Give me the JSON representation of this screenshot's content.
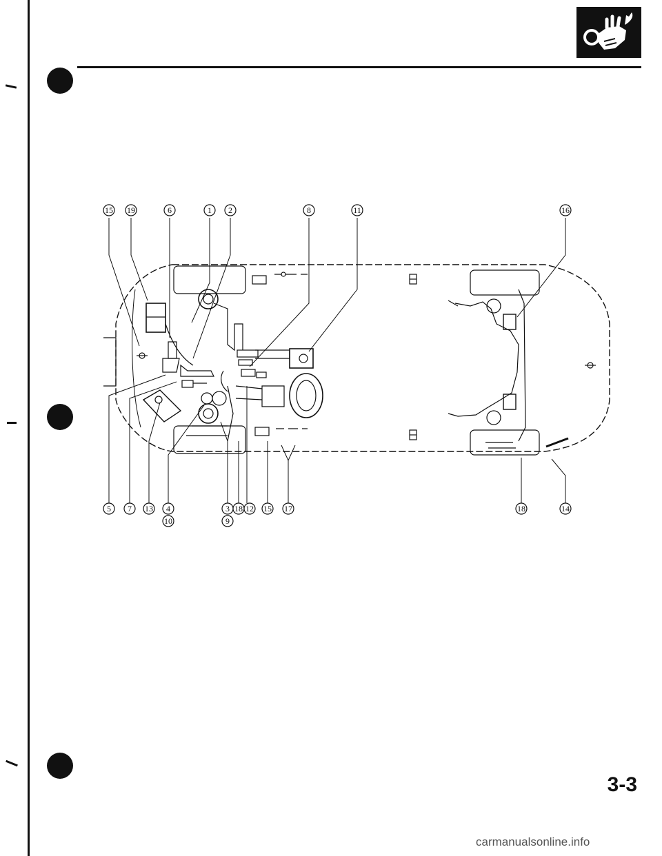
{
  "page": {
    "number": "3-3",
    "watermark": "carmanualsonline.info"
  },
  "icons": {
    "header_logo": "wrench-fist-logo",
    "ground_mark": "ground-point-symbol",
    "connector": "connector-symbol"
  },
  "callouts_top": [
    "15",
    "19",
    "6",
    "1",
    "2",
    "8",
    "11",
    "16"
  ],
  "callouts_bottom": [
    "5",
    "7",
    "13",
    "4",
    "10",
    "3",
    "18",
    "12",
    "9",
    "15",
    "17",
    "18",
    "14"
  ],
  "colors": {
    "ink": "#111111",
    "paper": "#ffffff"
  }
}
